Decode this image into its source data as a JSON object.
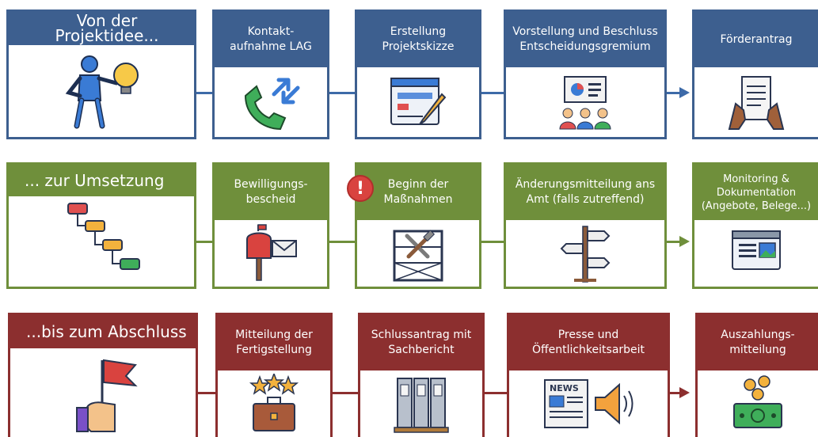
{
  "rows": [
    {
      "id": "idee",
      "color": "#3d5f8f",
      "cards": [
        {
          "title": "Von der Projektidee...",
          "icon": "person-idea-icon"
        },
        {
          "title": "Kontakt-\naufnahme LAG",
          "icon": "phone-call-icon"
        },
        {
          "title": "Erstellung\nProjektskizze",
          "icon": "sketch-pencil-icon"
        },
        {
          "title": "Vorstellung und Beschluss\nEntscheidungsgremium",
          "icon": "presentation-audience-icon"
        },
        {
          "title": "Förderantrag",
          "icon": "document-hands-icon"
        }
      ]
    },
    {
      "id": "umsetzung",
      "color": "#6f8f3b",
      "cards": [
        {
          "title": "... zur Umsetzung",
          "icon": "flowchart-steps-icon"
        },
        {
          "title": "Bewilligungs-\nbescheid",
          "icon": "mailbox-icon"
        },
        {
          "title": "Beginn der\nMaßnahmen",
          "icon": "tools-scaffold-icon"
        },
        {
          "title": "Änderungsmitteilung ans\nAmt (falls zutreffend)",
          "icon": "signpost-icon"
        },
        {
          "title": "Monitoring &\nDokumentation\n(Angebote, Belege...)",
          "icon": "browser-window-icon"
        }
      ]
    },
    {
      "id": "abschluss",
      "color": "#8c2f2f",
      "cards": [
        {
          "title": "...bis zum Abschluss",
          "icon": "hand-flag-icon"
        },
        {
          "title": "Mitteilung der\nFertigstellung",
          "icon": "briefcase-stars-icon"
        },
        {
          "title": "Schlussantrag mit\nSachbericht",
          "icon": "binders-icon"
        },
        {
          "title": "Presse und\nÖffentlichkeitsarbeit",
          "icon": "newspaper-megaphone-icon"
        },
        {
          "title": "Auszahlungs-\nmitteilung",
          "icon": "money-coins-icon"
        }
      ]
    }
  ],
  "warning_badge": "!",
  "newspaper_label": "NEWS"
}
